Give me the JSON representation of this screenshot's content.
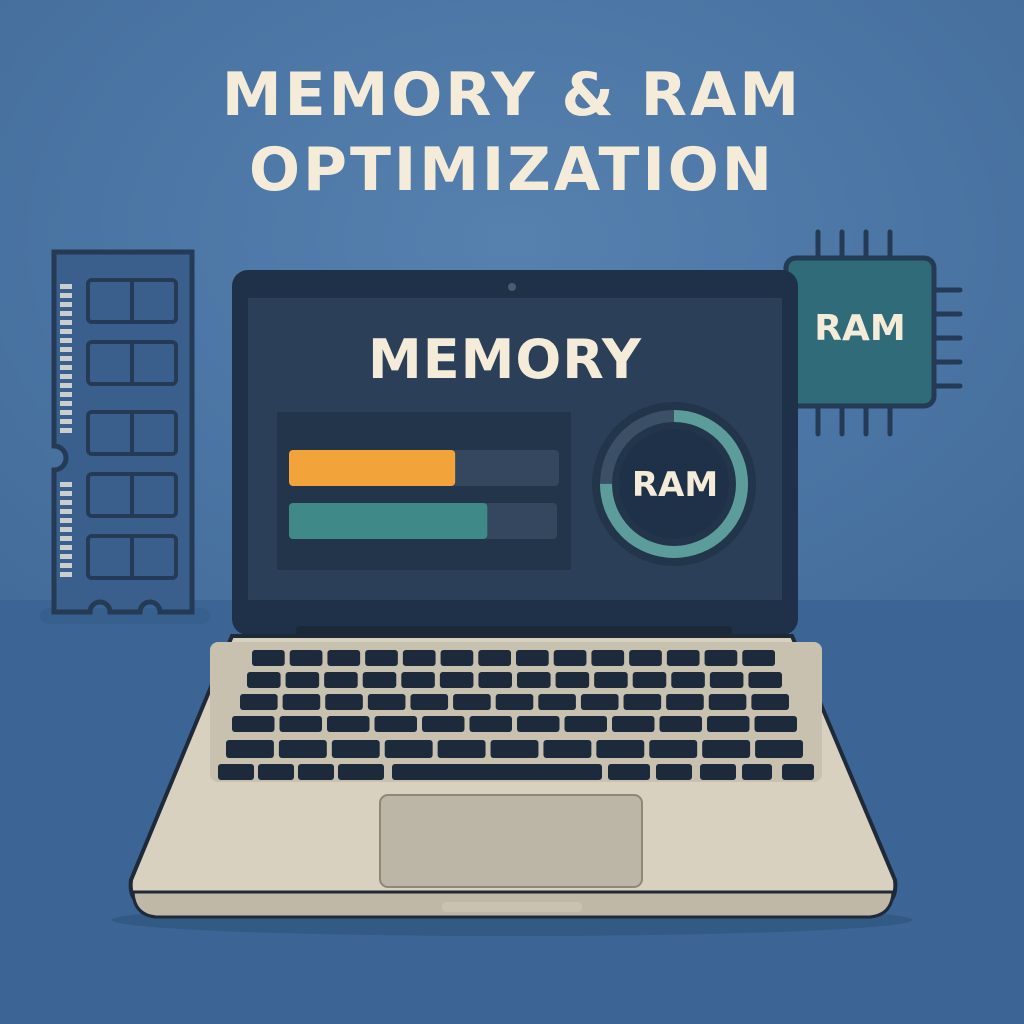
{
  "title": {
    "line1": "MEMORY & RAM",
    "line2": "OPTIMIZATION"
  },
  "screen": {
    "heading": "MEMORY",
    "bars": [
      {
        "name": "orange",
        "fill_percent": 62,
        "color": "#f2a33a"
      },
      {
        "name": "teal",
        "fill_percent": 74,
        "color": "#3f8a88"
      }
    ],
    "gauge": {
      "label": "RAM",
      "fill_percent": 75,
      "color": "#5c9c9a"
    }
  },
  "chip": {
    "label": "RAM",
    "color": "#2f6a78"
  },
  "colors": {
    "background": "#4a74a3",
    "floor": "#3c6495",
    "laptop_body": "#d8d1bf",
    "bezel": "#1f3148",
    "screen": "#2b3f58",
    "key": "#1d2a3c",
    "text": "#f4ecd8"
  }
}
